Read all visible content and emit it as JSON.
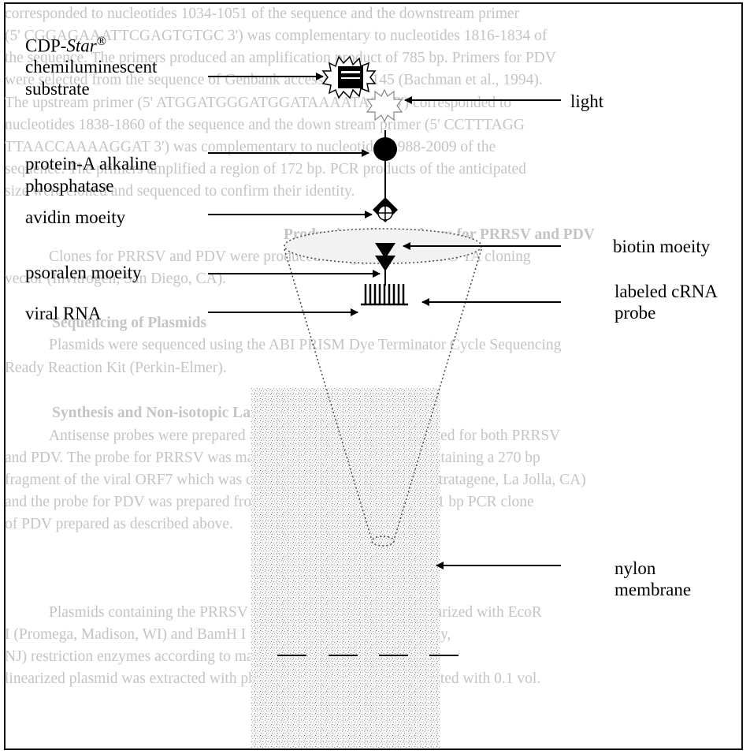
{
  "labels": {
    "cdp_star_prefix": "CDP-",
    "cdp_star_italic": "Star",
    "cdp_star_reg": "®",
    "chemiluminescent": "chemiluminescent",
    "substrate": "substrate",
    "light": "light",
    "protein_a_alkaline": "protein-A alkaline",
    "phosphatase": "phosphatase",
    "avidin_moeity": "avidin moeity",
    "biotin_moeity": "biotin moeity",
    "psoralen_moeity": "psoralen moeity",
    "labeled_crna": "labeled cRNA",
    "probe": "probe",
    "viral_rna": "viral RNA",
    "nylon": "nylon",
    "membrane": "membrane"
  },
  "background_text": [
    "corresponded to nucleotides 1034-1051 of the sequence and the downstream primer",
    "(5' CGGAGAAATTCGAGTGTGC 3') was complementary to nucleotides 1816-1834 of",
    "the sequence. The primers produced an amplification product of 785 bp. Primers for PDV",
    "were selected from the sequence of Genbank accession L28145 (Bachman et al., 1994).",
    "The upstream primer (5' ATGGATGGGATGGATAAAATAGT 3') corresponded to",
    "nucleotides 1838-1860 of the sequence and the down stream primer (5' CCTTTAGG",
    "TTAACCAAAAGGAT 3') was complementary to nucleotides 1988-2009 of the",
    "sequence. The primers amplified a region of 172 bp. PCR products of the anticipated",
    "size were cloned and sequenced to confirm their identity.",
    "Production of PCR clones for PRRSV and PDV",
    "Clones for PRRSV and PDV were produced using pCR® II TOPO TA cloning",
    "vector (Invitrogen, San Diego, CA).",
    "Sequencing of Plasmids",
    "Plasmids were sequenced using the ABI PRISM Dye Terminator Cycle Sequencing",
    "Ready Reaction Kit (Perkin-Elmer).",
    "Synthesis and Non-isotopic Labelling of cRNA Probes",
    "Antisense probes were prepared as described for probes generated for both PRRSV",
    "and PDV. The probe for PRRSV was made using a plasmid (p2-2), containing a 270 bp",
    "fragment of the viral ORF7 which was cloned into pBluescript KS+ (Stratagene, La Jolla, CA)",
    "and the probe for PDV was prepared from a plasmid containing the 231 bp PCR clone",
    "of PDV prepared as described above.",
    "Plasmids containing the PRRSV and the PDV inserts were linearized with EcoR",
    "I (Promega, Madison, WI) and BamH I (Pharmacia Biotech, Piscataway,",
    "NJ) restriction enzymes according to manufacturer instructions. The",
    "linearized plasmid was extracted with phenol-chloroform and precipitated with 0.1 vol."
  ]
}
